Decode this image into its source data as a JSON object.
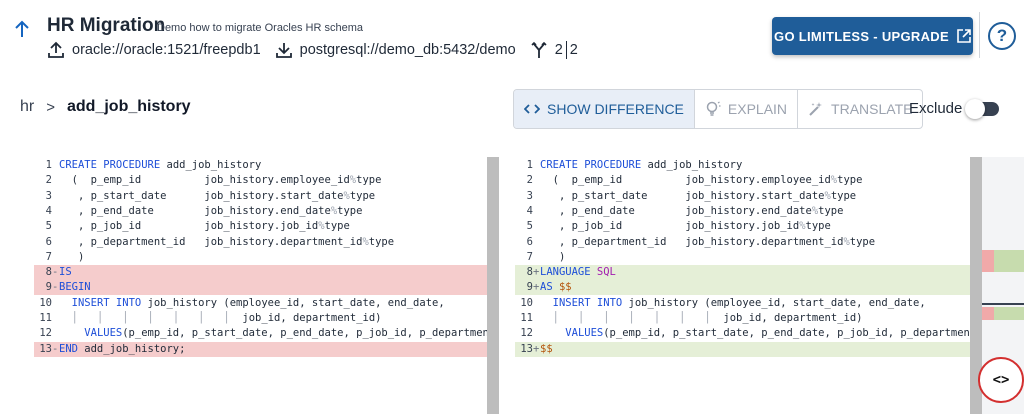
{
  "header": {
    "title": "HR Migration",
    "subtitle": "Demo how to migrate Oracles HR schema",
    "source_connection": "oracle://oracle:1521/freepdb1",
    "target_connection": "postgresql://demo_db:5432/demo",
    "merge_left": "2",
    "merge_right": "2",
    "upgrade_label": "GO LIMITLESS - UPGRADE",
    "help_label": "?"
  },
  "breadcrumb": {
    "root": "hr",
    "separator": ">",
    "current": "add_job_history"
  },
  "toolbar": {
    "show_difference": "SHOW DIFFERENCE",
    "explain": "EXPLAIN",
    "translate": "TRANSLATE",
    "exclude_label": "Exclude",
    "exclude_enabled": false
  },
  "diff": {
    "left": [
      {
        "n": "1",
        "m": " ",
        "t": "CREATE PROCEDURE add_job_history",
        "kind": "ctx"
      },
      {
        "n": "2",
        "m": " ",
        "t": "  (  p_emp_id          job_history.employee_id%type",
        "kind": "ctx"
      },
      {
        "n": "3",
        "m": " ",
        "t": "   , p_start_date      job_history.start_date%type",
        "kind": "ctx"
      },
      {
        "n": "4",
        "m": " ",
        "t": "   , p_end_date        job_history.end_date%type",
        "kind": "ctx"
      },
      {
        "n": "5",
        "m": " ",
        "t": "   , p_job_id          job_history.job_id%type",
        "kind": "ctx"
      },
      {
        "n": "6",
        "m": " ",
        "t": "   , p_department_id   job_history.department_id%type",
        "kind": "ctx"
      },
      {
        "n": "7",
        "m": " ",
        "t": "   )",
        "kind": "ctx"
      },
      {
        "n": "8",
        "m": "-",
        "t": "IS",
        "kind": "del"
      },
      {
        "n": "9",
        "m": "-",
        "t": "BEGIN",
        "kind": "del"
      },
      {
        "n": "10",
        "m": " ",
        "t": "  INSERT INTO job_history (employee_id, start_date, end_date,",
        "kind": "ctx"
      },
      {
        "n": "11",
        "m": " ",
        "t": "  │   │   │   │   │   │   │  job_id, department_id)",
        "kind": "ctx"
      },
      {
        "n": "12",
        "m": " ",
        "t": "    VALUES(p_emp_id, p_start_date, p_end_date, p_job_id, p_department_id);",
        "kind": "ctx"
      },
      {
        "n": "13",
        "m": "-",
        "t": "END add_job_history;",
        "kind": "del"
      }
    ],
    "right": [
      {
        "n": "1",
        "m": " ",
        "t": "CREATE PROCEDURE add_job_history",
        "kind": "ctx"
      },
      {
        "n": "2",
        "m": " ",
        "t": "  (  p_emp_id          job_history.employee_id%type",
        "kind": "ctx"
      },
      {
        "n": "3",
        "m": " ",
        "t": "   , p_start_date      job_history.start_date%type",
        "kind": "ctx"
      },
      {
        "n": "4",
        "m": " ",
        "t": "   , p_end_date        job_history.end_date%type",
        "kind": "ctx"
      },
      {
        "n": "5",
        "m": " ",
        "t": "   , p_job_id          job_history.job_id%type",
        "kind": "ctx"
      },
      {
        "n": "6",
        "m": " ",
        "t": "   , p_department_id   job_history.department_id%type",
        "kind": "ctx"
      },
      {
        "n": "7",
        "m": " ",
        "t": "   )",
        "kind": "ctx"
      },
      {
        "n": "8",
        "m": "+",
        "t": "LANGUAGE SQL",
        "kind": "add"
      },
      {
        "n": "9",
        "m": "+",
        "t": "AS $$",
        "kind": "add"
      },
      {
        "n": "10",
        "m": " ",
        "t": "  INSERT INTO job_history (employee_id, start_date, end_date,",
        "kind": "ctx"
      },
      {
        "n": "11",
        "m": " ",
        "t": "  │   │   │   │   │   │   │  job_id, department_id)",
        "kind": "ctx"
      },
      {
        "n": "12",
        "m": " ",
        "t": "    VALUES(p_emp_id, p_start_date, p_end_date, p_job_id, p_department_id);",
        "kind": "ctx"
      },
      {
        "n": "13",
        "m": "+",
        "t": "$$",
        "kind": "add"
      }
    ]
  },
  "fab_label": "<>",
  "colors": {
    "accent": "#1f5d99",
    "deleted_bg": "#f5cccc",
    "added_bg": "#e5efd7",
    "fab_ring": "#d32f2f"
  }
}
